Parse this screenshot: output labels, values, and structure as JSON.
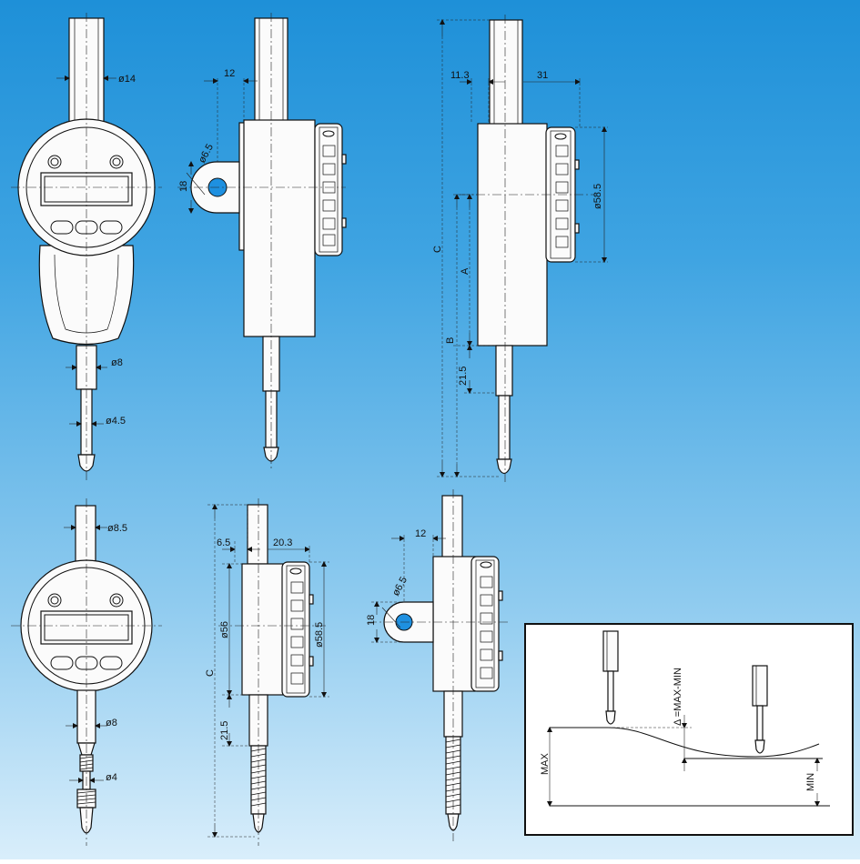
{
  "colors": {
    "background_top": "#1e90d8",
    "background_bottom": "#d9eefb",
    "drawing_fill": "#fbfbfb",
    "line": "#111111",
    "mount_dot": "#1e90e0"
  },
  "dims": {
    "front_top": {
      "stem": "ø14",
      "spindle": "ø8",
      "tip": "ø4.5"
    },
    "side_lug_top": {
      "offset": "12",
      "hole": "ø6.5",
      "lug": "18"
    },
    "side_back_top": {
      "left": "11.3",
      "right": "31",
      "dial": "ø58.5",
      "c": "C",
      "a": "A",
      "b": "B",
      "tip_len": "21.5"
    },
    "front_bottom": {
      "stem": "ø8.5",
      "spindle": "ø8",
      "tip": "ø4"
    },
    "side_bottom": {
      "left": "6.5",
      "right": "20.3",
      "case": "ø56",
      "dial": "ø58.5",
      "c": "C",
      "tip_len": "21.5"
    },
    "side_lug_bottom": {
      "offset": "12",
      "hole": "ø6.5",
      "lug": "18"
    }
  },
  "inset": {
    "max": "MAX",
    "min": "MIN",
    "delta": "Δ =MAX-MIN"
  }
}
